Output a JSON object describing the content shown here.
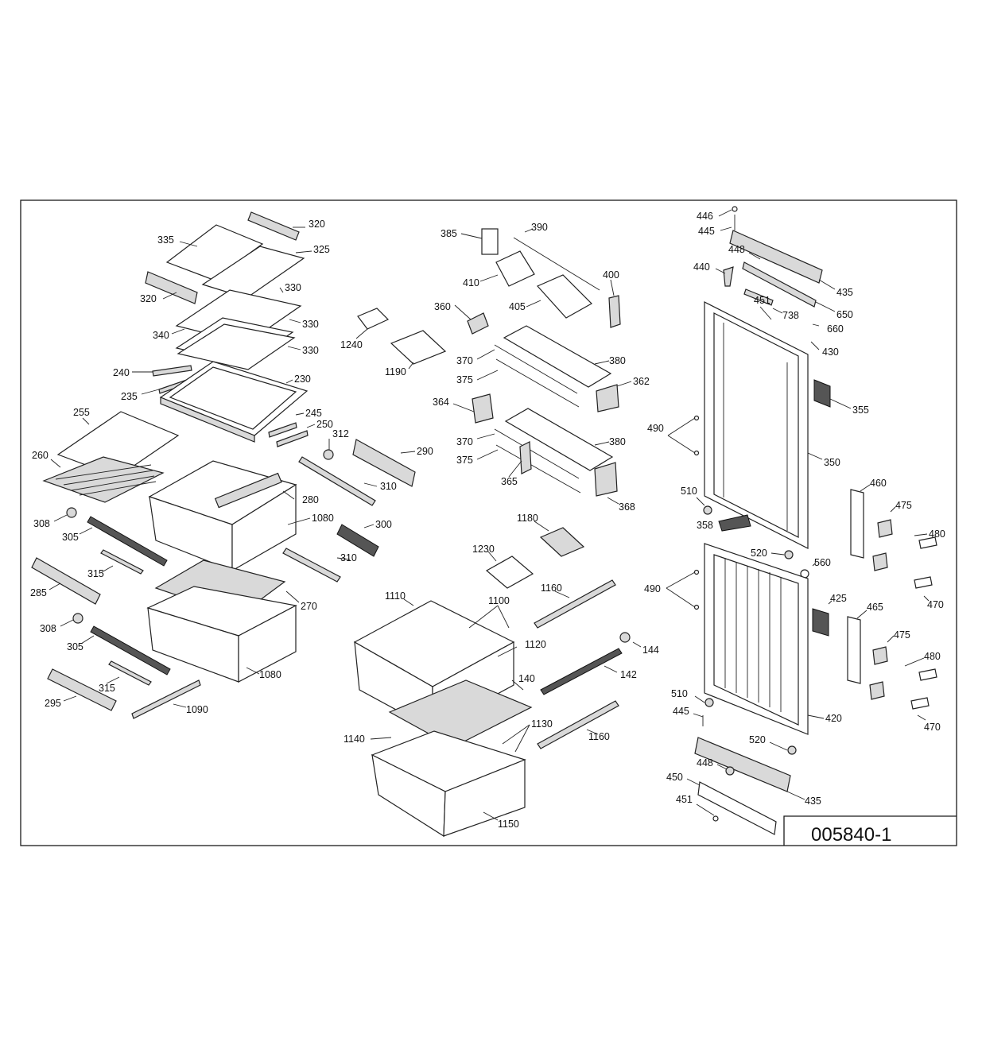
{
  "diagram": {
    "document_number": "005840-1",
    "callouts": [
      "320",
      "335",
      "325",
      "330",
      "320",
      "330",
      "340",
      "330",
      "240",
      "235",
      "230",
      "255",
      "245",
      "250",
      "312",
      "290",
      "260",
      "280",
      "310",
      "308",
      "305",
      "1080",
      "300",
      "315",
      "310",
      "285",
      "270",
      "308",
      "305",
      "315",
      "1080",
      "295",
      "1090",
      "385",
      "390",
      "410",
      "400",
      "405",
      "360",
      "1240",
      "1190",
      "370",
      "380",
      "375",
      "362",
      "364",
      "370",
      "380",
      "375",
      "365",
      "368",
      "1180",
      "1230",
      "1160",
      "1110",
      "1100",
      "1120",
      "144",
      "142",
      "140",
      "1130",
      "1160",
      "1140",
      "1150",
      "446",
      "445",
      "448",
      "435",
      "440",
      "650",
      "451",
      "738",
      "660",
      "430",
      "355",
      "490",
      "350",
      "460",
      "510",
      "475",
      "358",
      "480",
      "520",
      "560",
      "490",
      "425",
      "470",
      "465",
      "475",
      "480",
      "510",
      "470",
      "445",
      "420",
      "520",
      "448",
      "450",
      "435",
      "451"
    ]
  }
}
